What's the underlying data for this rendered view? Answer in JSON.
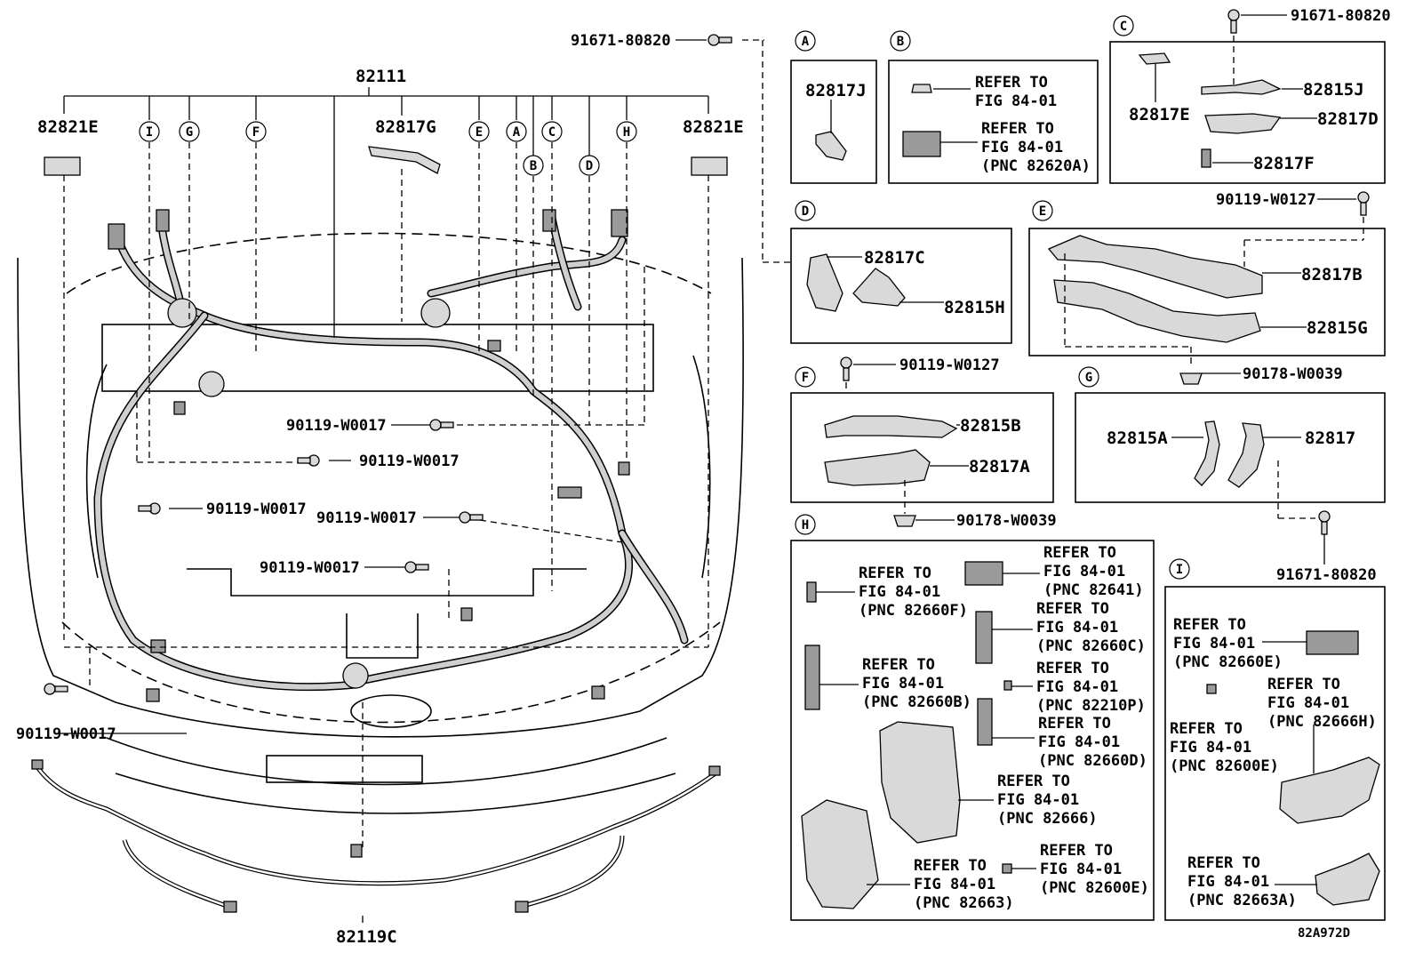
{
  "labels": {
    "main_harness": "82111",
    "left_bracket": "82821E",
    "right_bracket": "82821E",
    "top_clamp": "82817G",
    "bottom_harness": "82119C",
    "top_bolt": "91671-80820",
    "bolt_1": "90119-W0017",
    "bolt_2": "90119-W0017",
    "bolt_3": "90119-W0017",
    "bolt_4": "90119-W0017",
    "bolt_5": "90119-W0017",
    "bolt_6": "90119-W0017",
    "diagram_code": "82A972D"
  },
  "callouts": {
    "i": "I",
    "g": "G",
    "f": "F",
    "e": "E",
    "a": "A",
    "c": "C",
    "b": "B",
    "d": "D",
    "h": "H"
  },
  "panel_a": {
    "section": "A",
    "part": "82817J"
  },
  "panel_b": {
    "section": "B",
    "ref1": [
      "REFER TO",
      "FIG 84-01"
    ],
    "ref2": [
      "REFER TO",
      "FIG 84-01",
      "(PNC 82620A)"
    ]
  },
  "panel_c": {
    "section": "C",
    "bolt": "91671-80820",
    "parts": [
      "82817E",
      "82815J",
      "82817D",
      "82817F"
    ]
  },
  "panel_d": {
    "section": "D",
    "parts": [
      "82817C",
      "82815H"
    ]
  },
  "panel_e": {
    "section": "E",
    "bolt": "90119-W0127",
    "clip": "90178-W0039",
    "parts": [
      "82817B",
      "82815G"
    ]
  },
  "panel_f": {
    "section": "F",
    "bolt": "90119-W0127",
    "clip": "90178-W0039",
    "parts": [
      "82815B",
      "82817A"
    ]
  },
  "panel_g": {
    "section": "G",
    "bolt": "91671-80820",
    "parts": [
      "82815A",
      "82817"
    ]
  },
  "panel_h": {
    "section": "H",
    "refs": [
      [
        "REFER TO",
        "FIG 84-01",
        "(PNC 82641)"
      ],
      [
        "REFER TO",
        "FIG 84-01",
        "(PNC 82660F)"
      ],
      [
        "REFER TO",
        "FIG 84-01",
        "(PNC 82660C)"
      ],
      [
        "REFER TO",
        "FIG 84-01",
        "(PNC 82660B)"
      ],
      [
        "REFER TO",
        "FIG 84-01",
        "(PNC 82210P)"
      ],
      [
        "REFER TO",
        "FIG 84-01",
        "(PNC 82660D)"
      ],
      [
        "REFER TO",
        "FIG 84-01",
        "(PNC 82666)"
      ],
      [
        "REFER TO",
        "FIG 84-01",
        "(PNC 82663)"
      ],
      [
        "REFER TO",
        "FIG 84-01",
        "(PNC 82600E)"
      ]
    ]
  },
  "panel_i": {
    "section": "I",
    "refs": [
      [
        "REFER TO",
        "FIG 84-01",
        "(PNC 82660E)"
      ],
      [
        "REFER TO",
        "FIG 84-01",
        "(PNC 82666H)"
      ],
      [
        "REFER TO",
        "FIG 84-01",
        "(PNC 82600E)"
      ],
      [
        "REFER TO",
        "FIG 84-01",
        "(PNC 82663A)"
      ]
    ]
  }
}
